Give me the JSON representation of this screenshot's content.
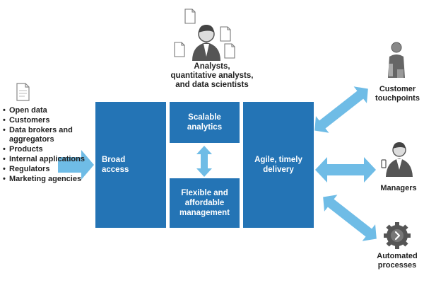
{
  "sources": {
    "items": [
      "Open data",
      "Customers",
      "Data brokers and aggregators",
      "Products",
      "Internal applications",
      "Regulators",
      "Marketing agencies"
    ]
  },
  "analysts": {
    "line1": "Analysts,",
    "line2": "quantitative analysts,",
    "line3": "and data scientists"
  },
  "blocks": {
    "broad": [
      "Broad",
      "access"
    ],
    "scalable": [
      "Scalable",
      "analytics"
    ],
    "flexible": [
      "Flexible and",
      "affordable",
      "management"
    ],
    "agile": [
      "Agile, timely",
      "delivery"
    ]
  },
  "consumers": {
    "customer": [
      "Customer",
      "touchpoints"
    ],
    "managers": [
      "Managers"
    ],
    "automated": [
      "Automated",
      "processes"
    ]
  },
  "colors": {
    "block": "#2474b5",
    "arrow": "#6fbce6",
    "icon_dark": "#555555",
    "icon_light": "#b8b8b8"
  },
  "icons": [
    "document-icon",
    "person-icon",
    "gear-icon"
  ]
}
